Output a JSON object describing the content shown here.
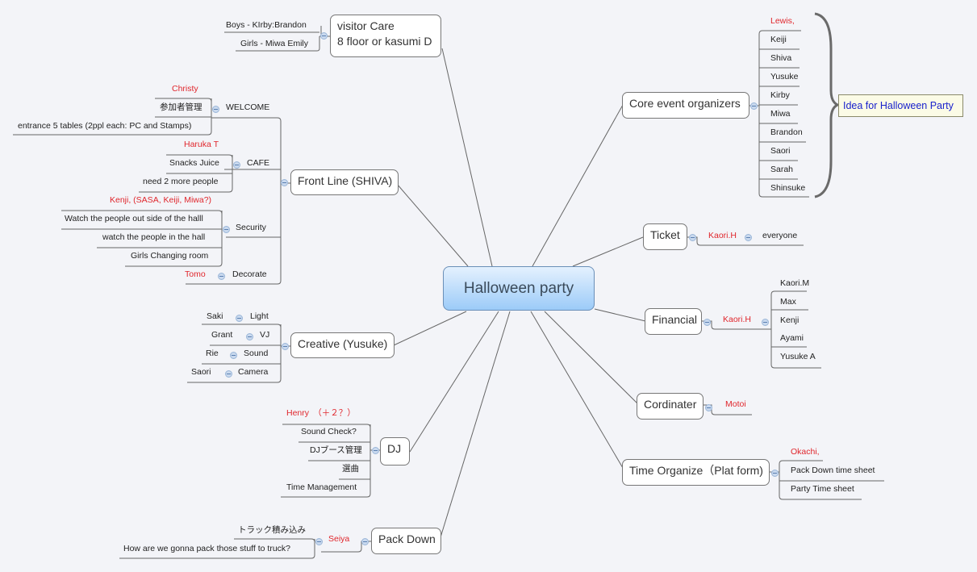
{
  "central": {
    "label": "Halloween party"
  },
  "topics": {
    "visitor_care": {
      "label_line1": "visitor Care",
      "label_line2": "8 floor or kasumi D",
      "children": [
        "Boys - KIrby:Brandon",
        "Girls - Miwa Emily"
      ]
    },
    "front_line": {
      "label": "Front Line (SHIVA)",
      "welcome": {
        "label": "WELCOME",
        "lead": "Christy",
        "children": [
          "参加者管理",
          "entrance 5 tables (2ppl each: PC and Stamps)"
        ]
      },
      "cafe": {
        "label": "CAFE",
        "lead": "Haruka T",
        "children": [
          "Snacks Juice",
          "need 2 more people"
        ]
      },
      "security": {
        "label": "Security",
        "lead": "Kenji, (SASA, Keiji, Miwa?)",
        "children": [
          "Watch the people out side of the halll",
          "watch the people in the hall",
          "Girls Changing room"
        ]
      },
      "decorate": {
        "label": "Decorate",
        "lead": "Tomo"
      }
    },
    "creative": {
      "label": "Creative (Yusuke)",
      "items": [
        {
          "role": "Light",
          "person": "Saki"
        },
        {
          "role": "VJ",
          "person": "Grant"
        },
        {
          "role": "Sound",
          "person": "Rie"
        },
        {
          "role": "Camera",
          "person": "Saori"
        }
      ]
    },
    "dj": {
      "label": "DJ",
      "lead": "Henry　（＋２？）",
      "children": [
        "Sound Check?",
        "DJブース管理",
        "選曲",
        "Time Management"
      ]
    },
    "pack_down": {
      "label": "Pack Down",
      "lead": "Seiya",
      "children": [
        "トラック積み込み",
        "How are we gonna pack those stuff to truck?"
      ]
    },
    "core": {
      "label": "Core event organizers",
      "lead": "Lewis,",
      "members": [
        "Keiji",
        "Shiva",
        "Yusuke",
        "Kirby",
        "Miwa",
        "Brandon",
        "Saori",
        "Sarah",
        "Shinsuke"
      ]
    },
    "ticket": {
      "label": "Ticket",
      "lead": "Kaori.H",
      "child": "everyone"
    },
    "financial": {
      "label": "Financial",
      "lead": "Kaori.H",
      "members": [
        "Kaori.M",
        "Max",
        "Kenji",
        "Ayami",
        "Yusuke A"
      ]
    },
    "coordinator": {
      "label": "Cordinater",
      "lead": "Motoi"
    },
    "time_organize": {
      "label": "Time Organize（Plat form)",
      "lead": "Okachi,",
      "children": [
        "Pack Down time sheet",
        "Party Time sheet"
      ]
    }
  },
  "note": {
    "label": "Idea for Halloween Party"
  },
  "colors": {
    "background": "#f3f4f8",
    "lead_text": "#e0262c",
    "note_text": "#1a22cc",
    "central_gradient_top": "#e4f1fe",
    "central_gradient_bottom": "#9ccbf8"
  }
}
